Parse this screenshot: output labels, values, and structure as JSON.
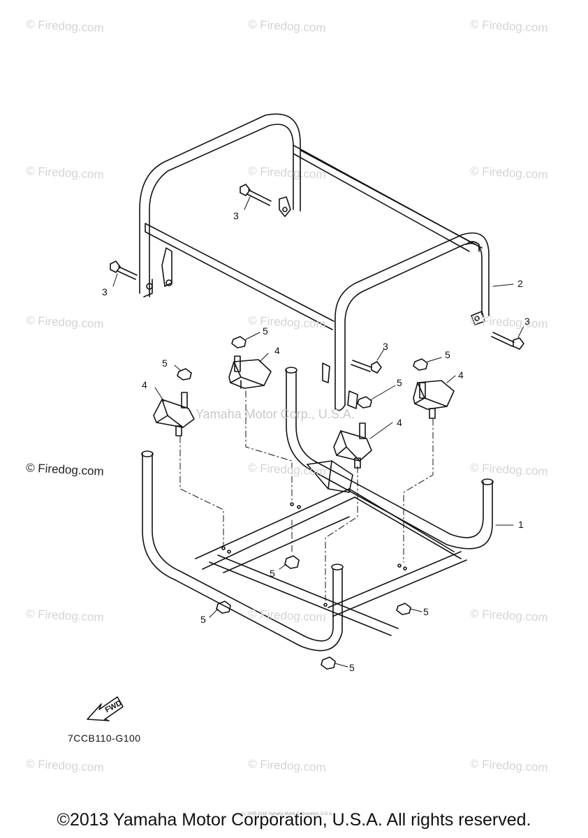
{
  "watermark_text": "© Firedog.com",
  "center_watermark": "Yamaha Motor Corp., U.S.A.",
  "callouts": [
    "1",
    "2",
    "3",
    "4",
    "5"
  ],
  "diagram_code": "7CCB110-G100",
  "fwd_label": "FWD",
  "copyright": "©2013 Yamaha Motor Corporation, U.S.A. All rights reserved.",
  "tiny_notice": "(c) 2005-2016 Yamaha Motor Corporation, U.S.A."
}
